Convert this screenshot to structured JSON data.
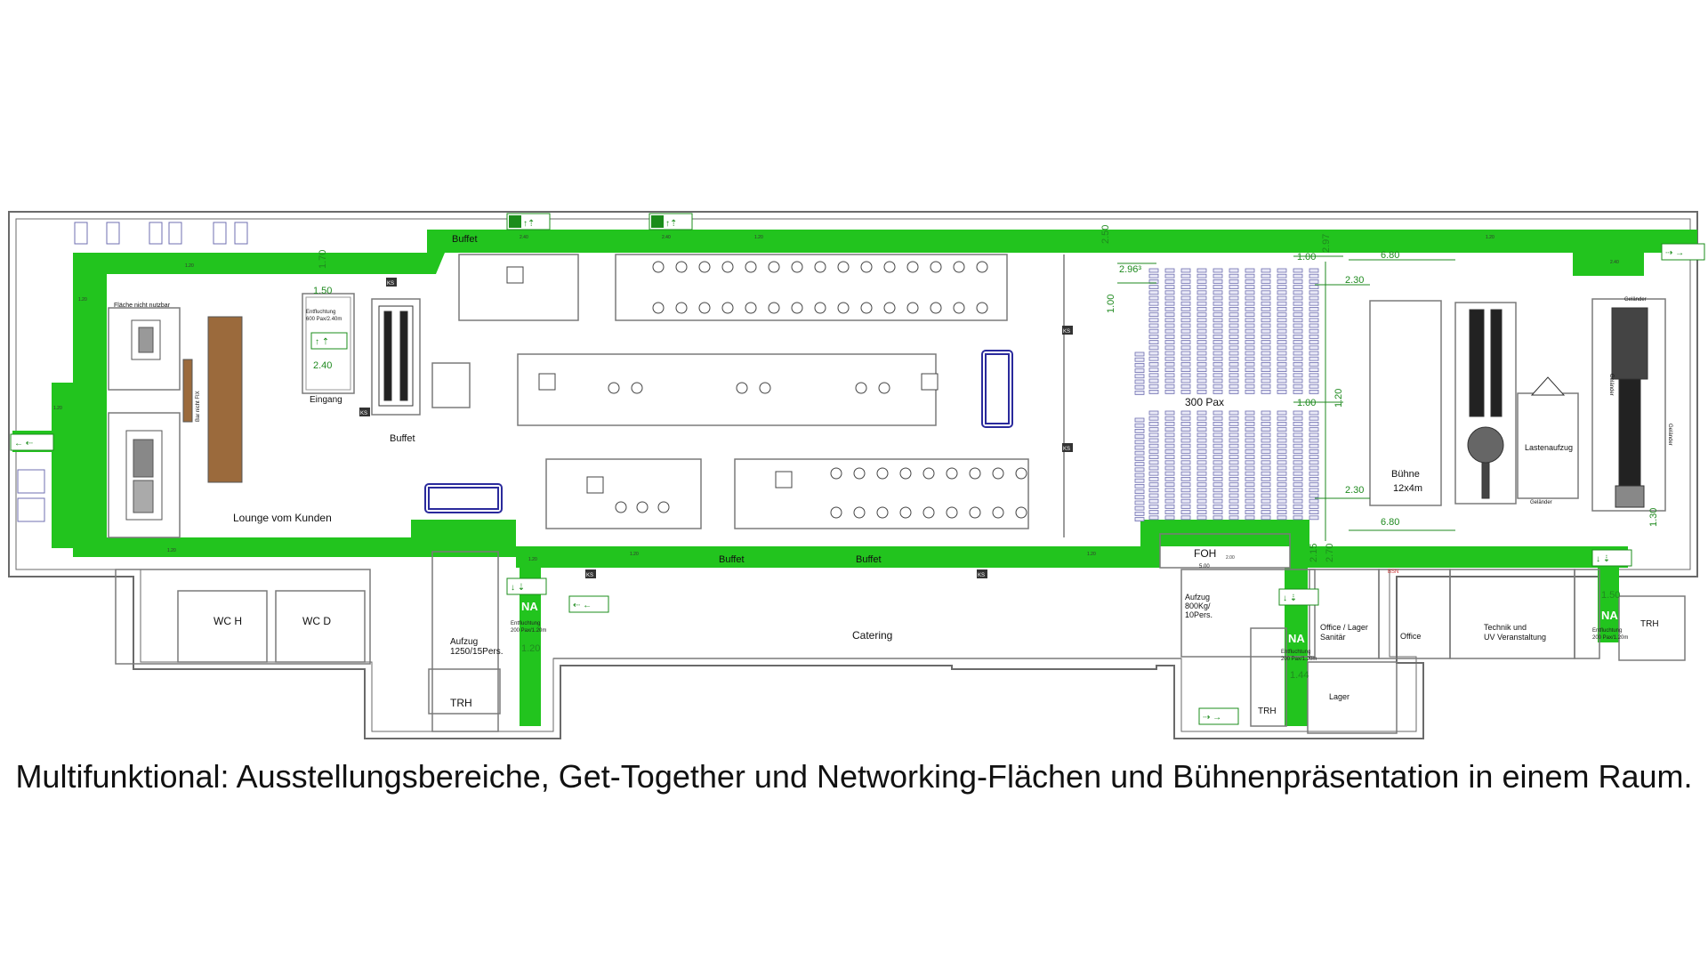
{
  "colors": {
    "escape_route": "#22c41e",
    "wall": "#666666",
    "dimension": "#1f8a1f",
    "seat": "#6f6fb0",
    "wood": "#9b6a3c",
    "exit_sign": "#1b8c1b",
    "van": "#2a2a9c"
  },
  "areas": {
    "lounge": "Lounge vom Kunden",
    "eingang": "Eingang",
    "flaeche_nicht_nutzbar": "Fläche nicht nutzbar",
    "bar_nicht_fix": "Bar nicht FIX",
    "buffet_top_left": "Buffet",
    "buffet_top_right": "Buffet",
    "buffet_bottom_1": "Buffet",
    "buffet_bottom_2": "Buffet",
    "pax": "300 Pax",
    "buehne_title": "Bühne",
    "buehne_size": "12x4m",
    "lastenaufzug": "Lastenaufzug",
    "gelaender_top": "Geländer",
    "gelaender_right": "Geländer",
    "gelaender_left": "Geländer",
    "gelaender_bottom": "Geländer",
    "foh": "FOH",
    "foh_dim": "5.00",
    "catering": "Catering",
    "wc_h": "WC H",
    "wc_d": "WC D",
    "trh_left": "TRH",
    "trh_mid": "TRH",
    "trh_right": "TRH",
    "aufzug_left_1": "Aufzug",
    "aufzug_left_2": "1250/15Pers.",
    "aufzug_mid_1": "Aufzug",
    "aufzug_mid_2": "800Kg/",
    "aufzug_mid_3": "10Pers.",
    "office_lager_1": "Office / Lager",
    "office_lager_2": "Sanitär",
    "office": "Office",
    "technik_1": "Technik und",
    "technik_2": "UV Veranstaltung",
    "lager": "Lager",
    "bsn": "BSN"
  },
  "exits": {
    "na_1": "NA",
    "na_2": "NA",
    "na_3": "NA",
    "entfl_top_1": "Entfluchtung",
    "entfl_top_2": "600 Pax/2.40m",
    "entfl_na1_1": "Entfluchtung",
    "entfl_na1_2": "200 Pax/1.20m",
    "entfl_na2_1": "Entfluchtung",
    "entfl_na2_2": "200 Pax/1.20m",
    "entfl_na3_1": "Entfluchtung",
    "entfl_na3_2": "200 Pax/1.20m",
    "ks": "KS"
  },
  "dimensions": {
    "d_2_50": "2.50",
    "d_2_96": "2.96³",
    "d_1_00_left": "1.00",
    "d_1_00_top": "1.00",
    "d_1_00_mid": "1.00",
    "d_1_20_mid": "1.20",
    "d_2_97": "2.97",
    "d_6_80_top": "6.80",
    "d_2_30_top": "2.30",
    "d_2_30_bottom": "2.30",
    "d_6_80_bottom": "6.80",
    "d_1_30": "1.30",
    "d_2_15": "2.15",
    "d_2_70": "2.70",
    "d_1_70": "1.70",
    "d_1_50_left": "1.50",
    "d_2_40_left": "2.40",
    "d_1_20_na1": "1.20",
    "d_1_44": "1.44",
    "d_1_50_right": "1.50",
    "small_2_40_a": "2.40",
    "small_2_40_b": "2.40",
    "small_1_20_a": "1.20",
    "small_1_20_b": "1.20",
    "small_1_20_c": "1.20",
    "small_1_20_d": "1.20",
    "small_1_20_e": "1.20",
    "small_1_20_f": "1.20",
    "small_1_20_g": "1.20",
    "small_1_20_h": "1.20",
    "small_1_20_i": "1.20",
    "small_2_40_c": "2.40",
    "small_2_00": "2.00"
  },
  "caption": "Multifunktional: Ausstellungsbereiche, Get-Together und Networking-Flächen und Bühnenpräsentation in einem Raum."
}
